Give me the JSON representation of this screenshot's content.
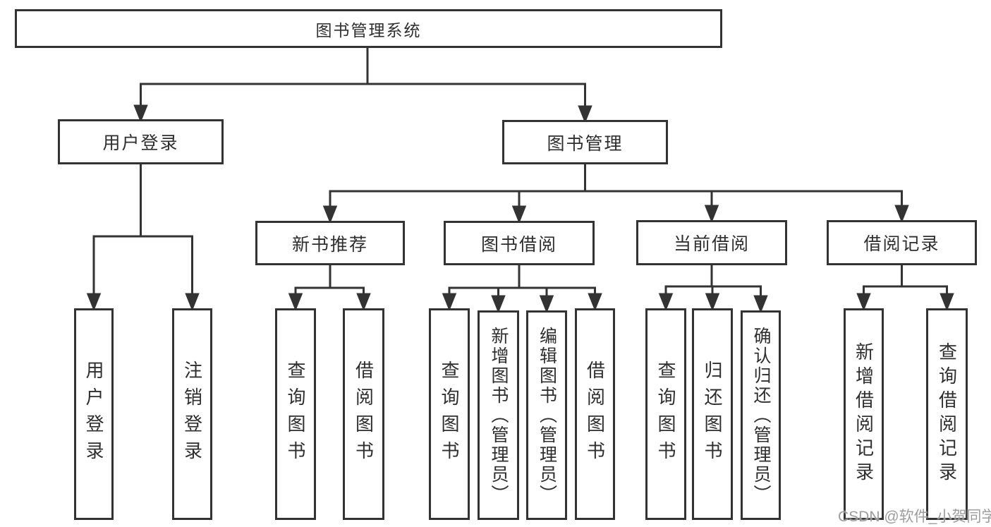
{
  "diagram_title": "图书管理系统",
  "tree": {
    "label": "图书管理系统",
    "children": [
      {
        "label": "用户登录",
        "children": [
          {
            "label": "用户登录"
          },
          {
            "label": "注销登录"
          }
        ]
      },
      {
        "label": "图书管理",
        "children": [
          {
            "label": "新书推荐",
            "children": [
              {
                "label": "查询图书"
              },
              {
                "label": "借阅图书"
              }
            ]
          },
          {
            "label": "图书借阅",
            "children": [
              {
                "label": "查询图书"
              },
              {
                "label": "新增图书（管理员）"
              },
              {
                "label": "编辑图书（管理员）"
              },
              {
                "label": "借阅图书"
              }
            ]
          },
          {
            "label": "当前借阅",
            "children": [
              {
                "label": "查询图书"
              },
              {
                "label": "归还图书"
              },
              {
                "label": "确认归还（管理员）"
              }
            ]
          },
          {
            "label": "借阅记录",
            "children": [
              {
                "label": "新增借阅记录"
              },
              {
                "label": "查询借阅记录"
              }
            ]
          }
        ]
      }
    ]
  },
  "watermark": {
    "text": "CSDN @软件_小贺同学"
  },
  "colors": {
    "line": "#333333",
    "box_border": "#333333",
    "text": "#2e2e2e",
    "background": "#ffffff",
    "watermark": "#8c8c8c"
  }
}
